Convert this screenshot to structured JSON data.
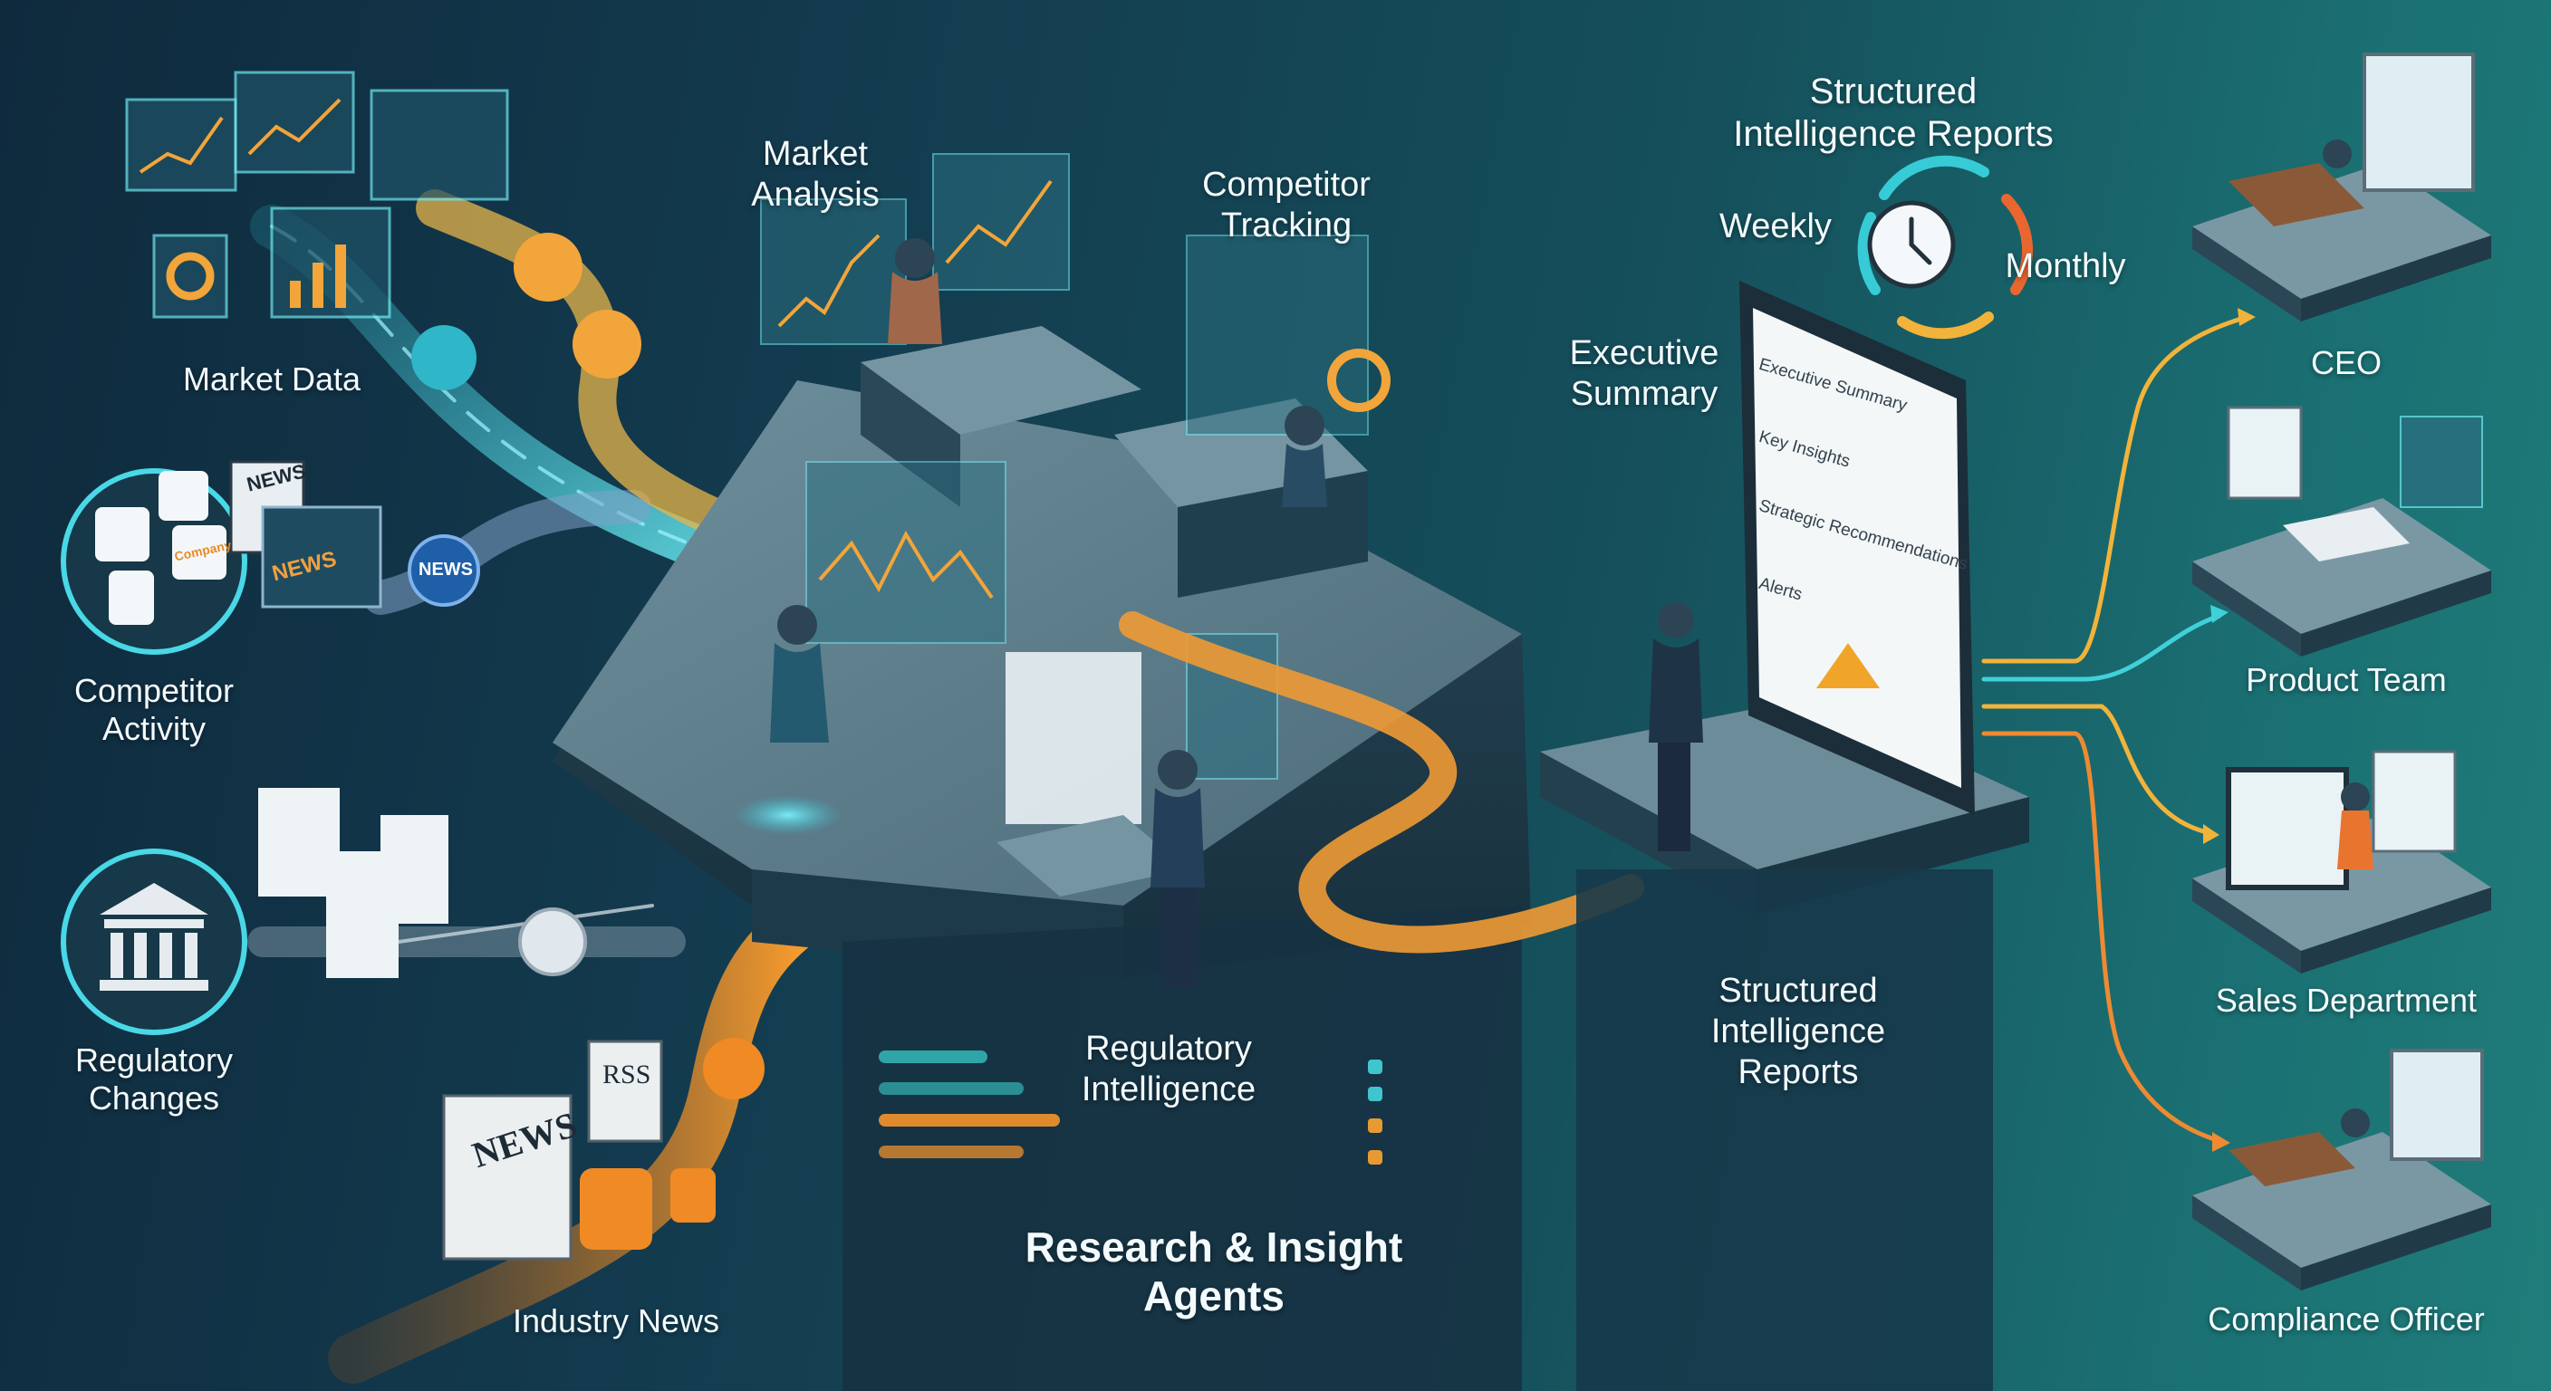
{
  "sources": {
    "market_data": "Market Data",
    "competitor_activity": [
      "Competitor",
      "Activity"
    ],
    "regulatory_changes": [
      "Regulatory",
      "Changes"
    ],
    "industry_news": "Industry News"
  },
  "source_badges": {
    "news_1": "NEWS",
    "news_2": "NEWS",
    "news_3": "NEWS",
    "news_paper": "NEWS",
    "company": "Company",
    "rss": "RSS"
  },
  "hub": {
    "market_analysis": [
      "Market",
      "Analysis"
    ],
    "competitor_tracking": [
      "Competitor",
      "Tracking"
    ],
    "regulatory_intelligence": [
      "Regulatory",
      "Intelligence"
    ],
    "title": [
      "Research & Insight",
      "Agents"
    ]
  },
  "reports": {
    "top_title": [
      "Structured",
      "Intelligence Reports"
    ],
    "weekly": "Weekly",
    "monthly": "Monthly",
    "executive_summary_label": [
      "Executive",
      "Summary"
    ],
    "bottom_title": [
      "Structured",
      "Intelligence",
      "Reports"
    ],
    "document_sections": [
      "Executive Summary",
      "Key Insights",
      "Strategic Recommendations",
      "Alerts"
    ]
  },
  "recipients": {
    "ceo": "CEO",
    "product_team": "Product Team",
    "sales_department": "Sales Department",
    "compliance_officer": "Compliance Officer"
  },
  "colors": {
    "background_left": "#0f2a3d",
    "background_right": "#1f7d7a",
    "flow_cyan": "#37d4e0",
    "flow_orange": "#f08a2c",
    "flow_yellow": "#f2b33a",
    "platform": "#5a7b8a"
  }
}
